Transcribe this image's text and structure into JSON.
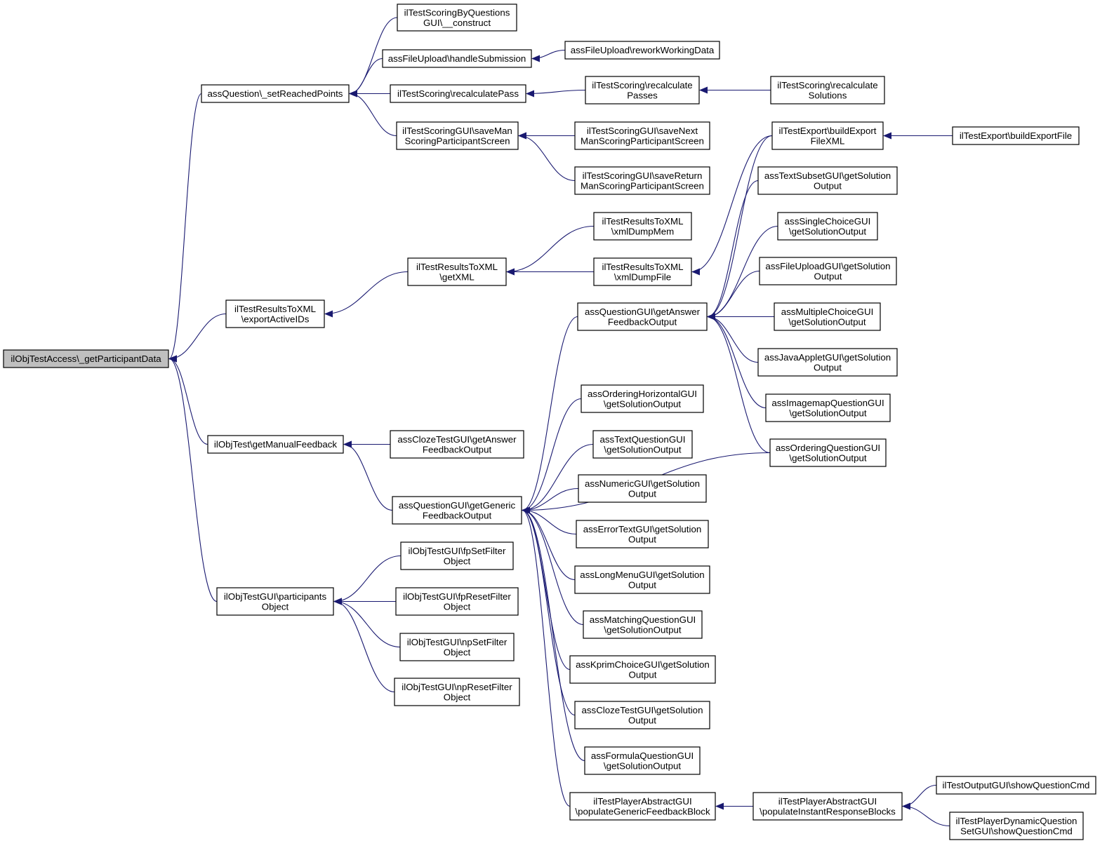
{
  "colors": {
    "edge": "#191970",
    "root_fill": "#bfbfbf",
    "node_fill": "#ffffff",
    "node_border": "#000000"
  },
  "nodes": [
    {
      "id": "root",
      "lines": [
        "ilObjTestAccess\\_getParticipantData"
      ]
    },
    {
      "id": "setReached",
      "lines": [
        "assQuestion\\_setReachedPoints"
      ]
    },
    {
      "id": "exportActive",
      "lines": [
        "ilTestResultsToXML",
        "\\exportActiveIDs"
      ]
    },
    {
      "id": "getManualFb",
      "lines": [
        "ilObjTest\\getManualFeedback"
      ]
    },
    {
      "id": "participantsObj",
      "lines": [
        "ilObjTestGUI\\participants",
        "Object"
      ]
    },
    {
      "id": "scoringByQ",
      "lines": [
        "ilTestScoringByQuestions",
        "GUI\\__construct"
      ]
    },
    {
      "id": "fileHandle",
      "lines": [
        "assFileUpload\\handleSubmission"
      ]
    },
    {
      "id": "recalcPass",
      "lines": [
        "ilTestScoring\\recalculatePass"
      ]
    },
    {
      "id": "saveManScoring",
      "lines": [
        "ilTestScoringGUI\\saveMan",
        "ScoringParticipantScreen"
      ]
    },
    {
      "id": "reworkWorking",
      "lines": [
        "assFileUpload\\reworkWorkingData"
      ]
    },
    {
      "id": "recalcPasses",
      "lines": [
        "ilTestScoring\\recalculate",
        "Passes"
      ]
    },
    {
      "id": "recalcSolutions",
      "lines": [
        "ilTestScoring\\recalculate",
        "Solutions"
      ]
    },
    {
      "id": "saveNext",
      "lines": [
        "ilTestScoringGUI\\saveNext",
        "ManScoringParticipantScreen"
      ]
    },
    {
      "id": "saveReturn",
      "lines": [
        "ilTestScoringGUI\\saveReturn",
        "ManScoringParticipantScreen"
      ]
    },
    {
      "id": "getXML",
      "lines": [
        "ilTestResultsToXML",
        "\\getXML"
      ]
    },
    {
      "id": "xmlDumpMem",
      "lines": [
        "ilTestResultsToXML",
        "\\xmlDumpMem"
      ]
    },
    {
      "id": "xmlDumpFile",
      "lines": [
        "ilTestResultsToXML",
        "\\xmlDumpFile"
      ]
    },
    {
      "id": "buildExportXML",
      "lines": [
        "ilTestExport\\buildExport",
        "FileXML"
      ]
    },
    {
      "id": "buildExportFile",
      "lines": [
        "ilTestExport\\buildExportFile"
      ]
    },
    {
      "id": "clozeAnswerFb",
      "lines": [
        "assClozeTestGUI\\getAnswer",
        "FeedbackOutput"
      ]
    },
    {
      "id": "genericFb",
      "lines": [
        "assQuestionGUI\\getGeneric",
        "FeedbackOutput"
      ]
    },
    {
      "id": "answerFb",
      "lines": [
        "assQuestionGUI\\getAnswer",
        "FeedbackOutput"
      ]
    },
    {
      "id": "textSubset",
      "lines": [
        "assTextSubsetGUI\\getSolution",
        "Output"
      ]
    },
    {
      "id": "singleChoice",
      "lines": [
        "assSingleChoiceGUI",
        "\\getSolutionOutput"
      ]
    },
    {
      "id": "fileUploadGUI",
      "lines": [
        "assFileUploadGUI\\getSolution",
        "Output"
      ]
    },
    {
      "id": "multipleChoice",
      "lines": [
        "assMultipleChoiceGUI",
        "\\getSolutionOutput"
      ]
    },
    {
      "id": "javaApplet",
      "lines": [
        "assJavaAppletGUI\\getSolution",
        "Output"
      ]
    },
    {
      "id": "imagemap",
      "lines": [
        "assImagemapQuestionGUI",
        "\\getSolutionOutput"
      ]
    },
    {
      "id": "orderingQ",
      "lines": [
        "assOrderingQuestionGUI",
        "\\getSolutionOutput"
      ]
    },
    {
      "id": "orderingH",
      "lines": [
        "assOrderingHorizontalGUI",
        "\\getSolutionOutput"
      ]
    },
    {
      "id": "textQ",
      "lines": [
        "assTextQuestionGUI",
        "\\getSolutionOutput"
      ]
    },
    {
      "id": "numeric",
      "lines": [
        "assNumericGUI\\getSolution",
        "Output"
      ]
    },
    {
      "id": "errorText",
      "lines": [
        "assErrorTextGUI\\getSolution",
        "Output"
      ]
    },
    {
      "id": "longMenu",
      "lines": [
        "assLongMenuGUI\\getSolution",
        "Output"
      ]
    },
    {
      "id": "matching",
      "lines": [
        "assMatchingQuestionGUI",
        "\\getSolutionOutput"
      ]
    },
    {
      "id": "kprim",
      "lines": [
        "assKprimChoiceGUI\\getSolution",
        "Output"
      ]
    },
    {
      "id": "clozeSolution",
      "lines": [
        "assClozeTestGUI\\getSolution",
        "Output"
      ]
    },
    {
      "id": "formula",
      "lines": [
        "assFormulaQuestionGUI",
        "\\getSolutionOutput"
      ]
    },
    {
      "id": "populateGeneric",
      "lines": [
        "ilTestPlayerAbstractGUI",
        "\\populateGenericFeedbackBlock"
      ]
    },
    {
      "id": "populateInstant",
      "lines": [
        "ilTestPlayerAbstractGUI",
        "\\populateInstantResponseBlocks"
      ]
    },
    {
      "id": "outputShow",
      "lines": [
        "ilTestOutputGUI\\showQuestionCmd"
      ]
    },
    {
      "id": "dynamicShow",
      "lines": [
        "ilTestPlayerDynamicQuestion",
        "SetGUI\\showQuestionCmd"
      ]
    },
    {
      "id": "fpSet",
      "lines": [
        "ilObjTestGUI\\fpSetFilter",
        "Object"
      ]
    },
    {
      "id": "fpReset",
      "lines": [
        "ilObjTestGUI\\fpResetFilter",
        "Object"
      ]
    },
    {
      "id": "npSet",
      "lines": [
        "ilObjTestGUI\\npSetFilter",
        "Object"
      ]
    },
    {
      "id": "npReset",
      "lines": [
        "ilObjTestGUI\\npResetFilter",
        "Object"
      ]
    }
  ],
  "edges": [
    {
      "from": "setReached",
      "to": "root"
    },
    {
      "from": "exportActive",
      "to": "root"
    },
    {
      "from": "getManualFb",
      "to": "root"
    },
    {
      "from": "participantsObj",
      "to": "root"
    },
    {
      "from": "scoringByQ",
      "to": "setReached"
    },
    {
      "from": "fileHandle",
      "to": "setReached"
    },
    {
      "from": "recalcPass",
      "to": "setReached"
    },
    {
      "from": "saveManScoring",
      "to": "setReached"
    },
    {
      "from": "reworkWorking",
      "to": "fileHandle"
    },
    {
      "from": "recalcPasses",
      "to": "recalcPass"
    },
    {
      "from": "recalcSolutions",
      "to": "recalcPasses"
    },
    {
      "from": "saveNext",
      "to": "saveManScoring"
    },
    {
      "from": "saveReturn",
      "to": "saveManScoring"
    },
    {
      "from": "getXML",
      "to": "exportActive"
    },
    {
      "from": "xmlDumpMem",
      "to": "getXML"
    },
    {
      "from": "xmlDumpFile",
      "to": "getXML"
    },
    {
      "from": "buildExportXML",
      "to": "xmlDumpFile"
    },
    {
      "from": "buildExportFile",
      "to": "buildExportXML"
    },
    {
      "from": "clozeAnswerFb",
      "to": "getManualFb"
    },
    {
      "from": "genericFb",
      "to": "getManualFb"
    },
    {
      "from": "answerFb",
      "to": "genericFb"
    },
    {
      "from": "orderingQ",
      "to": "genericFb"
    },
    {
      "from": "orderingH",
      "to": "genericFb"
    },
    {
      "from": "textQ",
      "to": "genericFb"
    },
    {
      "from": "numeric",
      "to": "genericFb"
    },
    {
      "from": "errorText",
      "to": "genericFb"
    },
    {
      "from": "longMenu",
      "to": "genericFb"
    },
    {
      "from": "matching",
      "to": "genericFb"
    },
    {
      "from": "kprim",
      "to": "genericFb"
    },
    {
      "from": "clozeSolution",
      "to": "genericFb"
    },
    {
      "from": "formula",
      "to": "genericFb"
    },
    {
      "from": "populateGeneric",
      "to": "genericFb"
    },
    {
      "from": "buildExportXML",
      "to": "answerFb"
    },
    {
      "from": "textSubset",
      "to": "answerFb"
    },
    {
      "from": "singleChoice",
      "to": "answerFb"
    },
    {
      "from": "fileUploadGUI",
      "to": "answerFb"
    },
    {
      "from": "multipleChoice",
      "to": "answerFb"
    },
    {
      "from": "javaApplet",
      "to": "answerFb"
    },
    {
      "from": "imagemap",
      "to": "answerFb"
    },
    {
      "from": "orderingQ",
      "to": "answerFb"
    },
    {
      "from": "populateInstant",
      "to": "populateGeneric"
    },
    {
      "from": "outputShow",
      "to": "populateInstant"
    },
    {
      "from": "dynamicShow",
      "to": "populateInstant"
    },
    {
      "from": "fpSet",
      "to": "participantsObj"
    },
    {
      "from": "fpReset",
      "to": "participantsObj"
    },
    {
      "from": "npSet",
      "to": "participantsObj"
    },
    {
      "from": "npReset",
      "to": "participantsObj"
    }
  ]
}
